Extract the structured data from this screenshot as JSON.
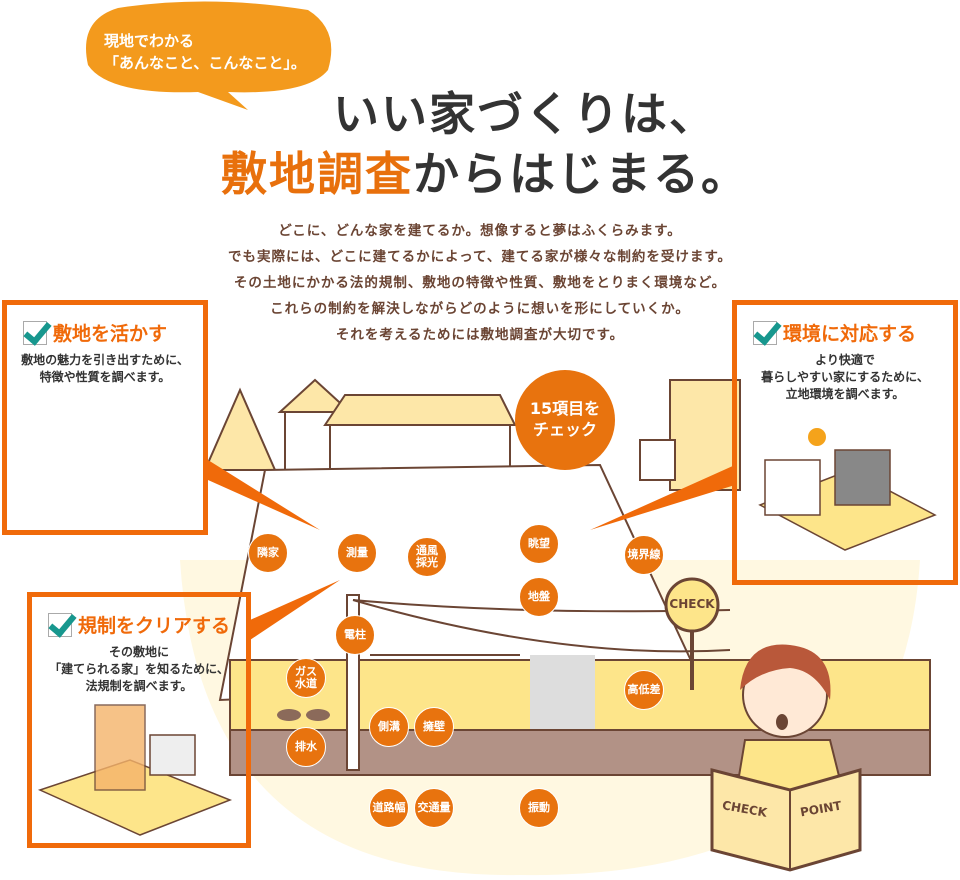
{
  "bubble": {
    "line1": "現地でわかる",
    "line2": "「あんなこと、こんなこと」。"
  },
  "title": {
    "line1": "いい家づくりは、",
    "highlight": "敷地調査",
    "line2_rest": "からはじまる。"
  },
  "lead": [
    "どこに、どんな家を建てるか。想像すると夢はふくらみます。",
    "でも実際には、どこに建てるかによって、建てる家が様々な制約を受けます。",
    "その土地にかかる法的規制、敷地の特徴や性質、敷地をとりまく環境など。",
    "これらの制約を解決しながらどのように想いを形にしていくか。",
    "それを考えるためには敷地調査が大切です。"
  ],
  "badge": {
    "line1": "15項目を",
    "line2": "チェック"
  },
  "boxes": [
    {
      "title": "敷地を活かす",
      "lines": [
        "敷地の魅力を引き出すために、",
        "特徴や性質を調べます。"
      ]
    },
    {
      "title": "環境に対応する",
      "lines": [
        "より快適で",
        "暮らしやすい家にするために、",
        "立地環境を調べます。"
      ]
    },
    {
      "title": "規制をクリアする",
      "lines": [
        "その敷地に",
        "「建てられる家」を知るために、",
        "法規制を調べます。"
      ]
    }
  ],
  "items": [
    "隣家",
    "測量",
    "通風採光",
    "眺望",
    "境界線",
    "地盤",
    "電柱",
    "ガス水道",
    "側溝",
    "擁壁",
    "排水",
    "高低差",
    "道路幅",
    "交通量",
    "振動"
  ],
  "sign": "CHECK",
  "book": {
    "left": "CHECK",
    "right": "POINT"
  },
  "colors": {
    "accent": "#e8730e",
    "text": "#6b4534",
    "teal": "#17978e"
  }
}
